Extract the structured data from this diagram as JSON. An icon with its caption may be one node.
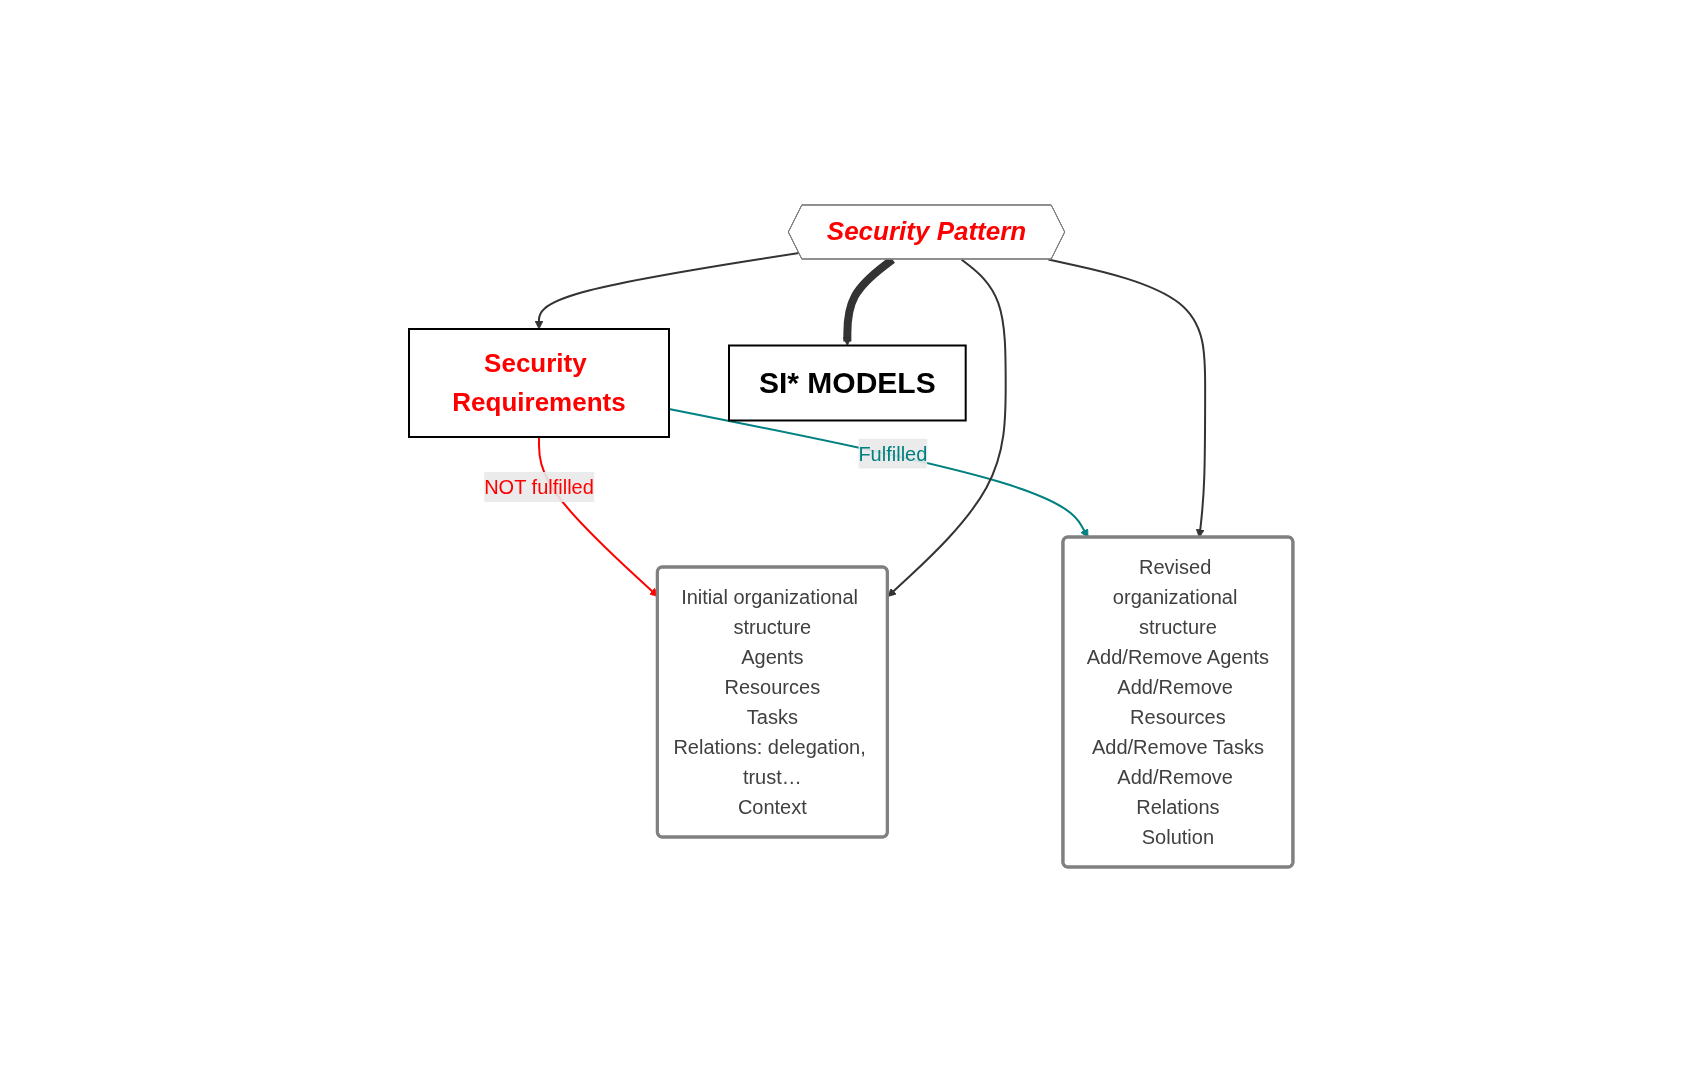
{
  "diagram": {
    "nodes": [
      {
        "text": [
          "Security Requirements"
        ]
      },
      {
        "text": [
          "Initial organizational structure",
          "Agents",
          "Resources",
          "Tasks",
          "Relations: delegation, trust…",
          "Context"
        ]
      },
      {
        "text": [
          "Security Pattern"
        ]
      },
      {
        "text": [
          "Revised organizational structure",
          "Add/Remove Agents",
          "Add/Remove Resources",
          "Add/Remove Tasks",
          "Add/Remove Relations",
          "Solution"
        ]
      },
      {
        "text": [
          "SI* MODELS"
        ]
      }
    ],
    "edges": [
      {
        "from": 0,
        "to": 1,
        "arrow": "to",
        "label": "NOT fulfilled",
        "color": "#ff0000"
      },
      {
        "from": 0,
        "to": 3,
        "arrow": "to",
        "label": "Fulfilled",
        "color": "#008080"
      },
      {
        "from": 2,
        "to": 1,
        "arrow": "to"
      },
      {
        "from": 2,
        "to": 3,
        "arrow": "to"
      },
      {
        "from": 2,
        "to": 0,
        "arrow": "to"
      },
      {
        "from": 2,
        "to": 4,
        "arrow": "to",
        "style": "thick"
      }
    ]
  }
}
